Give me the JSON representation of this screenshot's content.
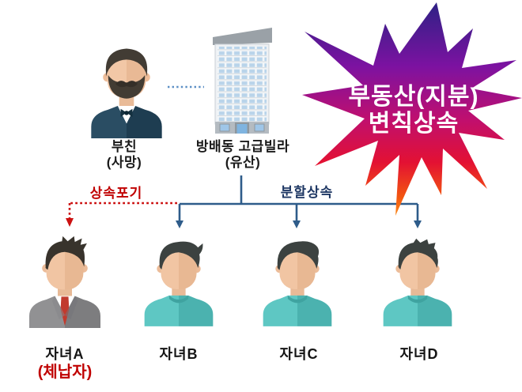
{
  "father": {
    "line1": "부친",
    "line2": "(사망)"
  },
  "estate": {
    "line1": "방배동 고급빌라",
    "line2": "(유산)"
  },
  "burst": {
    "line1": "부동산(지분)",
    "line2": "변칙상속"
  },
  "edges": {
    "renounce": "상속포기",
    "split": "분할상속"
  },
  "children": [
    {
      "name": "자녀A",
      "note": "(체납자)",
      "figure": "suit-with-red-tie"
    },
    {
      "name": "자녀B",
      "figure": "teal-shirt"
    },
    {
      "name": "자녀C",
      "figure": "teal-shirt"
    },
    {
      "name": "자녀D",
      "figure": "teal-shirt"
    }
  ],
  "icons": {
    "father": "father-person-icon",
    "estate": "highrise-building-icon",
    "burst": "starburst-badge"
  },
  "colors": {
    "renounce_red": "#c00000",
    "split_navy": "#1f3864",
    "connector_blue": "#2e5c8a",
    "dotted_link_blue": "#5c8fc5",
    "burst_top_indigo": "#2e2185",
    "burst_mid_magenta": "#c00f6e",
    "burst_crimson": "#e31133",
    "burst_tip_orange": "#fb8c1e",
    "burst_text": "#ffffff",
    "tee_teal": "#5ec7c3",
    "suit_gray": "#8f8f91",
    "father_suit": "#2a4d63",
    "tie_red": "#c13a2e",
    "skin": "#f2c7a6",
    "building_facade": "#eef1f4",
    "building_window_blue": "#b9d4ea"
  }
}
